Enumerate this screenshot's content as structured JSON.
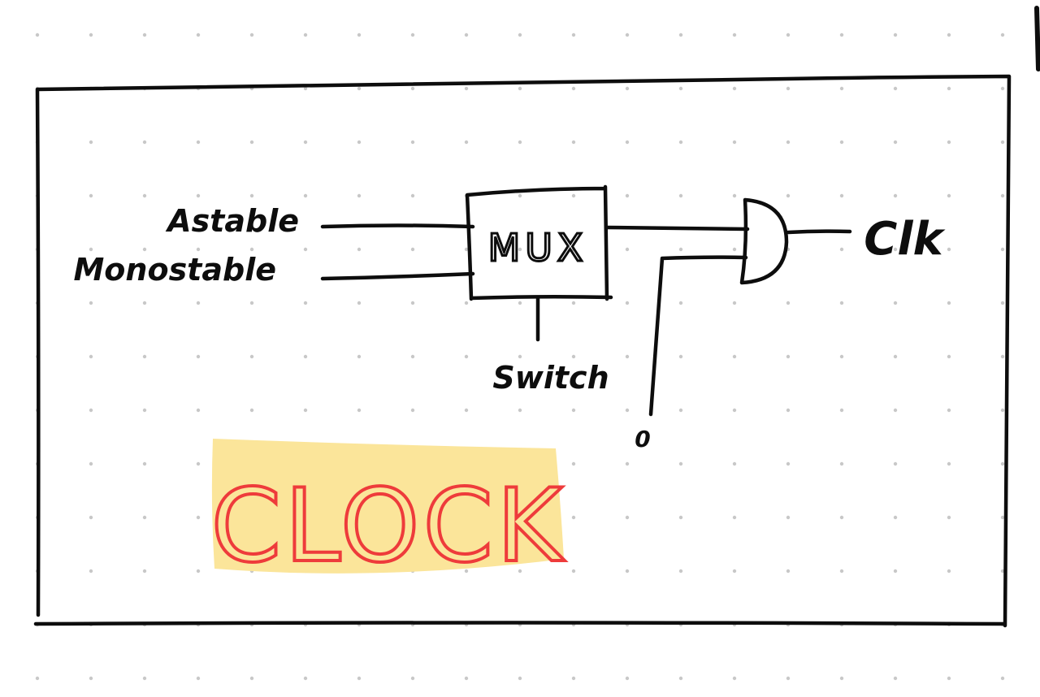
{
  "diagram": {
    "inputs": [
      "Astable",
      "Monostable"
    ],
    "mux_label": "MUX",
    "select_label": "Switch",
    "zero_label": "0",
    "output_label": "Clk",
    "title": "CLOCK"
  },
  "colors": {
    "ink": "#0d0d0d",
    "highlight": "#fbe59a",
    "title": "#ee3b3b",
    "grid_dot": "#c8c8c8"
  }
}
